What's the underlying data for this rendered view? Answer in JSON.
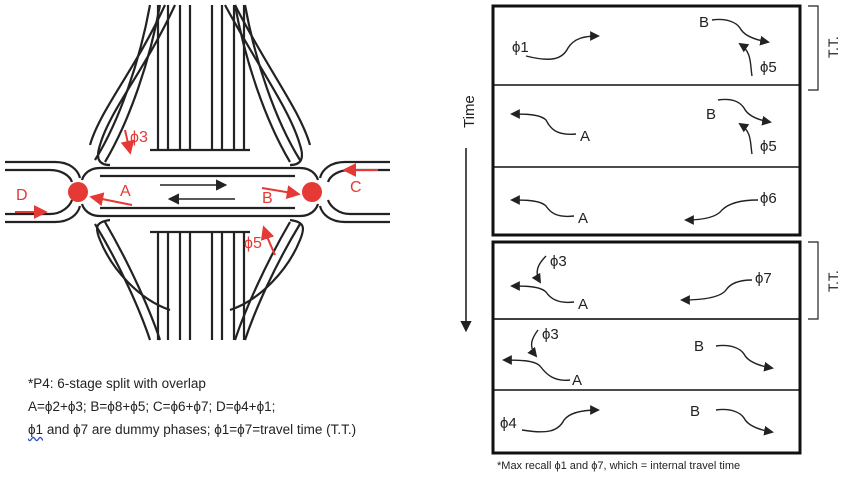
{
  "intersection": {
    "labels": {
      "phi3": "ϕ3",
      "phi5": "ϕ5",
      "A": "A",
      "B": "B",
      "C": "C",
      "D": "D"
    },
    "colors": {
      "node": "#e53935",
      "arrow": "#e53935",
      "road": "#222222"
    }
  },
  "notes": {
    "line1": "*P4: 6-stage split with overlap",
    "line2": "A=ϕ2+ϕ3; B=ϕ8+ϕ5; C=ϕ6+ϕ7; D=ϕ4+ϕ1;",
    "line3_a": "ϕ1",
    "line3_b": " and ϕ7 are dummy phases; ϕ1=ϕ7=travel time (T.T.)"
  },
  "time_label": "Time",
  "stages": [
    {
      "labels": [
        "ϕ1",
        "B",
        "ϕ5"
      ]
    },
    {
      "labels": [
        "A",
        "B",
        "ϕ5"
      ]
    },
    {
      "labels": [
        "A",
        "ϕ6"
      ]
    },
    {
      "labels": [
        "ϕ3",
        "A",
        "ϕ7"
      ]
    },
    {
      "labels": [
        "ϕ3",
        "A",
        "B"
      ]
    },
    {
      "labels": [
        "ϕ4",
        "B"
      ]
    }
  ],
  "brackets": [
    {
      "label": "T.T."
    },
    {
      "label": "T.T."
    }
  ],
  "footnote": "*Max recall ϕ1 and ϕ7, which = internal travel time"
}
